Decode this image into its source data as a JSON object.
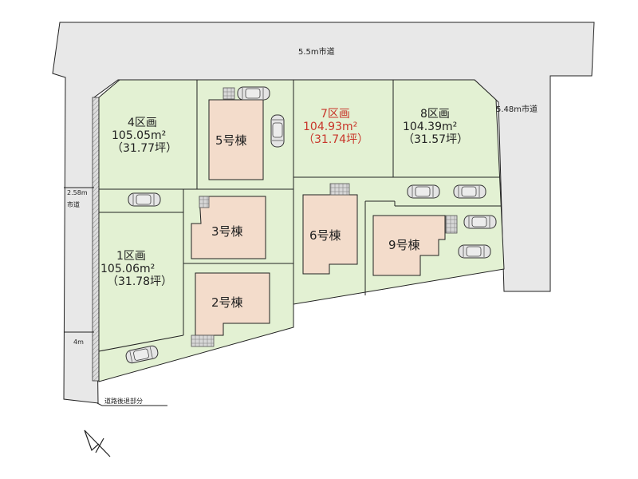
{
  "roads": {
    "top": "5.5m市道",
    "right": "5.48m市道",
    "left_width": "2.58m",
    "left_name": "市道",
    "left_lower": "4m",
    "setback": "道路後退部分"
  },
  "lots": [
    {
      "name": "4区画",
      "area": "105.05m²",
      "tsubo": "（31.77坪）",
      "highlight": false
    },
    {
      "name": "7区画",
      "area": "104.93m²",
      "tsubo": "（31.74坪）",
      "highlight": true
    },
    {
      "name": "8区画",
      "area": "104.39m²",
      "tsubo": "（31.57坪）",
      "highlight": false
    },
    {
      "name": "1区画",
      "area": "105.06m²",
      "tsubo": "（31.78坪）",
      "highlight": false
    }
  ],
  "houses": [
    "5号棟",
    "3号棟",
    "6号棟",
    "2号棟",
    "9号棟"
  ],
  "colors": {
    "lot": "#e3f1d3",
    "house": "#f3dccb",
    "road": "#e8e8e8",
    "highlight": "#c8352a"
  },
  "north_arrow": "north-arrow-icon"
}
